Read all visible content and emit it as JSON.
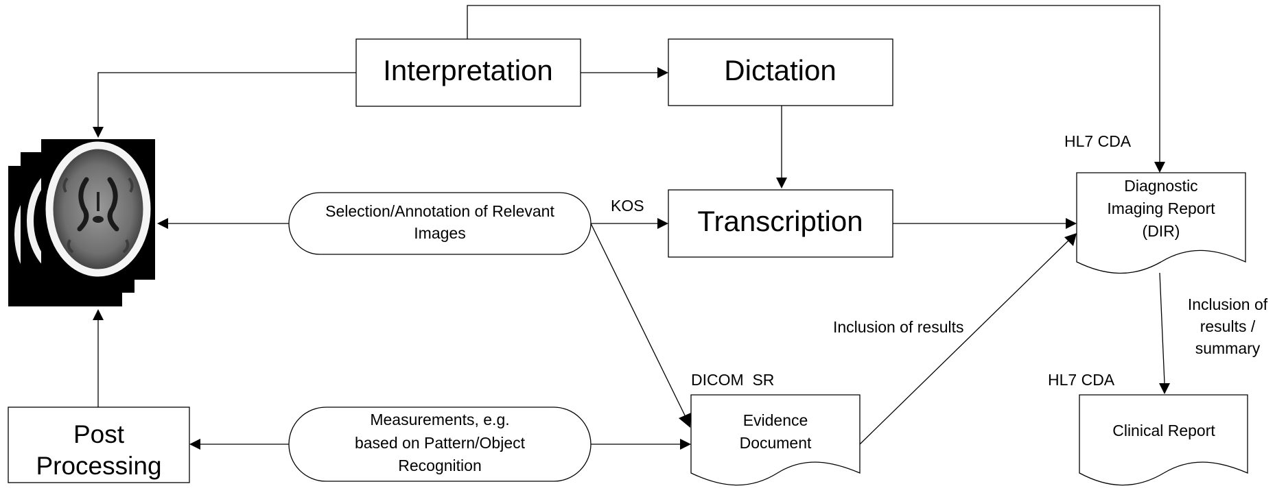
{
  "nodes": {
    "interpretation": "Interpretation",
    "dictation": "Dictation",
    "transcription": "Transcription",
    "post_processing": [
      "Post",
      "Processing"
    ],
    "selection": [
      "Selection/Annotation of Relevant",
      "Images"
    ],
    "measurements": [
      "Measurements, e.g.",
      "based on Pattern/Object",
      "Recognition"
    ],
    "evidence": [
      "Evidence",
      "Document"
    ],
    "dir": [
      "Diagnostic",
      "Imaging Report",
      "(DIR)"
    ],
    "clinical": "Clinical Report"
  },
  "labels": {
    "hl7_cda_top": "HL7 CDA",
    "hl7_cda_bottom": "HL7 CDA",
    "kos": "KOS",
    "dicom_sr": "DICOM  SR",
    "inclusion_results": "Inclusion of results",
    "inclusion_summary": [
      "Inclusion of",
      "results /",
      "summary"
    ]
  },
  "icons": {
    "image_stack": "ct-brain-scan-stack-icon"
  }
}
